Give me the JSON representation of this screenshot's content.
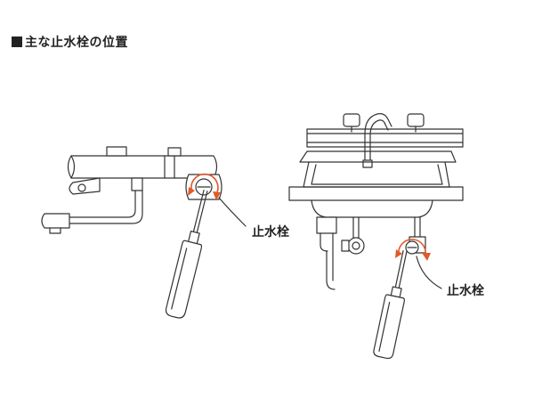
{
  "title": "主な止水栓の位置",
  "labels": {
    "left": "止水栓",
    "right": "止水栓"
  },
  "colors": {
    "accent": "#e05a2b",
    "line": "#333333"
  }
}
